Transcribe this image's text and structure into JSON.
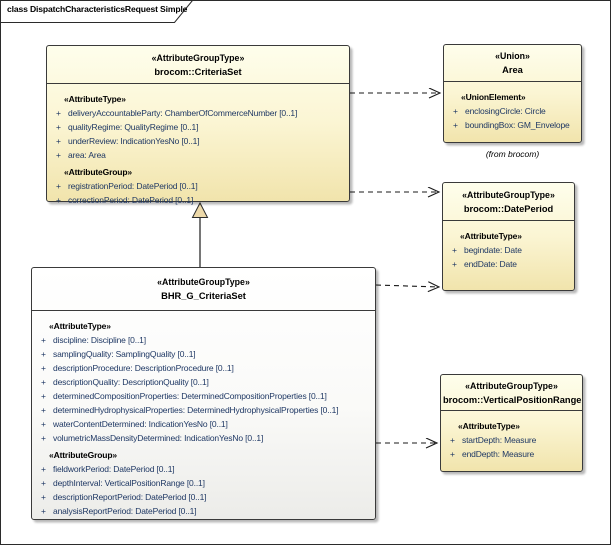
{
  "diagram": {
    "title": "class DispatchCharacteristicsRequest Simple"
  },
  "colors": {
    "box_fill_top": "#FEFEEC",
    "box_fill_bottom": "#F1E4AC",
    "attribute_text": "#1F3864",
    "border": "#3A3A3A",
    "generalization_triangle_fill": "#EDD9A9"
  },
  "annotations": {
    "from_brocom": "(from brocom)"
  },
  "classes": {
    "criteria_set": {
      "stereotype": "«AttributeGroupType»",
      "name": "brocom::CriteriaSet",
      "rows": [
        {
          "kind": "stereo",
          "text": "«AttributeType»"
        },
        {
          "kind": "attr",
          "vis": "+",
          "text": "deliveryAccountableParty: ChamberOfCommerceNumber [0..1]"
        },
        {
          "kind": "attr",
          "vis": "+",
          "text": "qualityRegime: QualityRegime [0..1]"
        },
        {
          "kind": "attr",
          "vis": "+",
          "text": "underReview: IndicationYesNo [0..1]"
        },
        {
          "kind": "attr",
          "vis": "+",
          "text": "area: Area"
        },
        {
          "kind": "stereo",
          "text": "«AttributeGroup»"
        },
        {
          "kind": "attr",
          "vis": "+",
          "text": "registrationPeriod: DatePeriod [0..1]"
        },
        {
          "kind": "attr",
          "vis": "+",
          "text": "correctionPeriod: DatePeriod [0..1]"
        }
      ]
    },
    "area": {
      "stereotype": "«Union»",
      "name": "Area",
      "rows": [
        {
          "kind": "stereo",
          "text": "«UnionElement»"
        },
        {
          "kind": "attr",
          "vis": "+",
          "text": "enclosingCircle: Circle"
        },
        {
          "kind": "attr",
          "vis": "+",
          "text": "boundingBox: GM_Envelope"
        }
      ]
    },
    "date_period": {
      "stereotype": "«AttributeGroupType»",
      "name": "brocom::DatePeriod",
      "rows": [
        {
          "kind": "stereo",
          "text": "«AttributeType»"
        },
        {
          "kind": "attr",
          "vis": "+",
          "text": "begindate: Date"
        },
        {
          "kind": "attr",
          "vis": "+",
          "text": "endDate: Date"
        }
      ]
    },
    "bhr_g_criteria_set": {
      "stereotype": "«AttributeGroupType»",
      "name": "BHR_G_CriteriaSet",
      "rows": [
        {
          "kind": "stereo",
          "text": "«AttributeType»"
        },
        {
          "kind": "attr",
          "vis": "+",
          "text": "discipline: Discipline [0..1]"
        },
        {
          "kind": "attr",
          "vis": "+",
          "text": "samplingQuality: SamplingQuality [0..1]"
        },
        {
          "kind": "attr",
          "vis": "+",
          "text": "descriptionProcedure: DescriptionProcedure [0..1]"
        },
        {
          "kind": "attr",
          "vis": "+",
          "text": "descriptionQuality: DescriptionQuality [0..1]"
        },
        {
          "kind": "attr",
          "vis": "+",
          "text": "determinedCompositionProperties: DeterminedCompositionProperties [0..1]"
        },
        {
          "kind": "attr",
          "vis": "+",
          "text": "determinedHydrophysicalProperties: DeterminedHydrophysicalProperties [0..1]"
        },
        {
          "kind": "attr",
          "vis": "+",
          "text": "waterContentDetermined: IndicationYesNo [0..1]"
        },
        {
          "kind": "attr",
          "vis": "+",
          "text": "volumetricMassDensityDetermined: IndicationYesNo [0..1]"
        },
        {
          "kind": "stereo",
          "text": "«AttributeGroup»"
        },
        {
          "kind": "attr",
          "vis": "+",
          "text": "fieldworkPeriod: DatePeriod [0..1]"
        },
        {
          "kind": "attr",
          "vis": "+",
          "text": "depthInterval: VerticalPositionRange [0..1]"
        },
        {
          "kind": "attr",
          "vis": "+",
          "text": "descriptionReportPeriod: DatePeriod [0..1]"
        },
        {
          "kind": "attr",
          "vis": "+",
          "text": "analysisReportPeriod: DatePeriod [0..1]"
        }
      ]
    },
    "vertical_position_range": {
      "stereotype": "«AttributeGroupType»",
      "name": "brocom::VerticalPositionRange",
      "rows": [
        {
          "kind": "stereo",
          "text": "«AttributeType»"
        },
        {
          "kind": "attr",
          "vis": "+",
          "text": "startDepth: Measure"
        },
        {
          "kind": "attr",
          "vis": "+",
          "text": "endDepth: Measure"
        }
      ]
    }
  }
}
